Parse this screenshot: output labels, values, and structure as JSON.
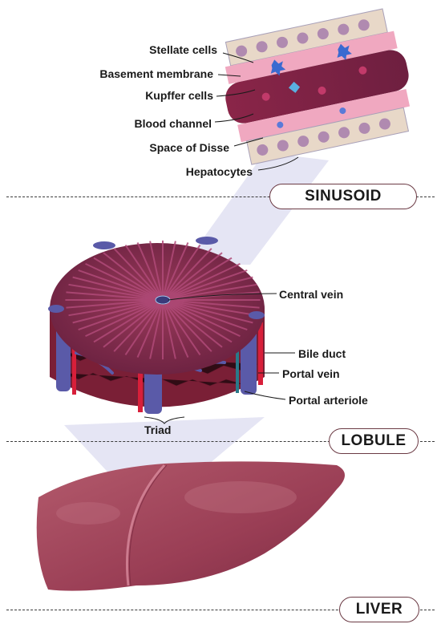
{
  "sections": {
    "sinusoid": "SINUSOID",
    "lobule": "LOBULE",
    "liver": "LIVER"
  },
  "sinusoid_labels": {
    "stellate": "Stellate cells",
    "basement": "Basement membrane",
    "kupffer": "Kupffer cells",
    "blood": "Blood channel",
    "disse": "Space of Disse",
    "hepatocytes": "Hepatocytes"
  },
  "lobule_labels": {
    "central_vein": "Central vein",
    "bile_duct": "Bile duct",
    "portal_vein": "Portal vein",
    "portal_arteriole": "Portal arteriole",
    "triad": "Triad"
  },
  "colors": {
    "tissue": "#8e2e4a",
    "tissue_dark": "#5e1a33",
    "vein": "#5a5aa8",
    "artery": "#d81f3a",
    "liver": "#a84a5e",
    "beam": "#dcdcf0",
    "outline": "#6b3a44"
  }
}
